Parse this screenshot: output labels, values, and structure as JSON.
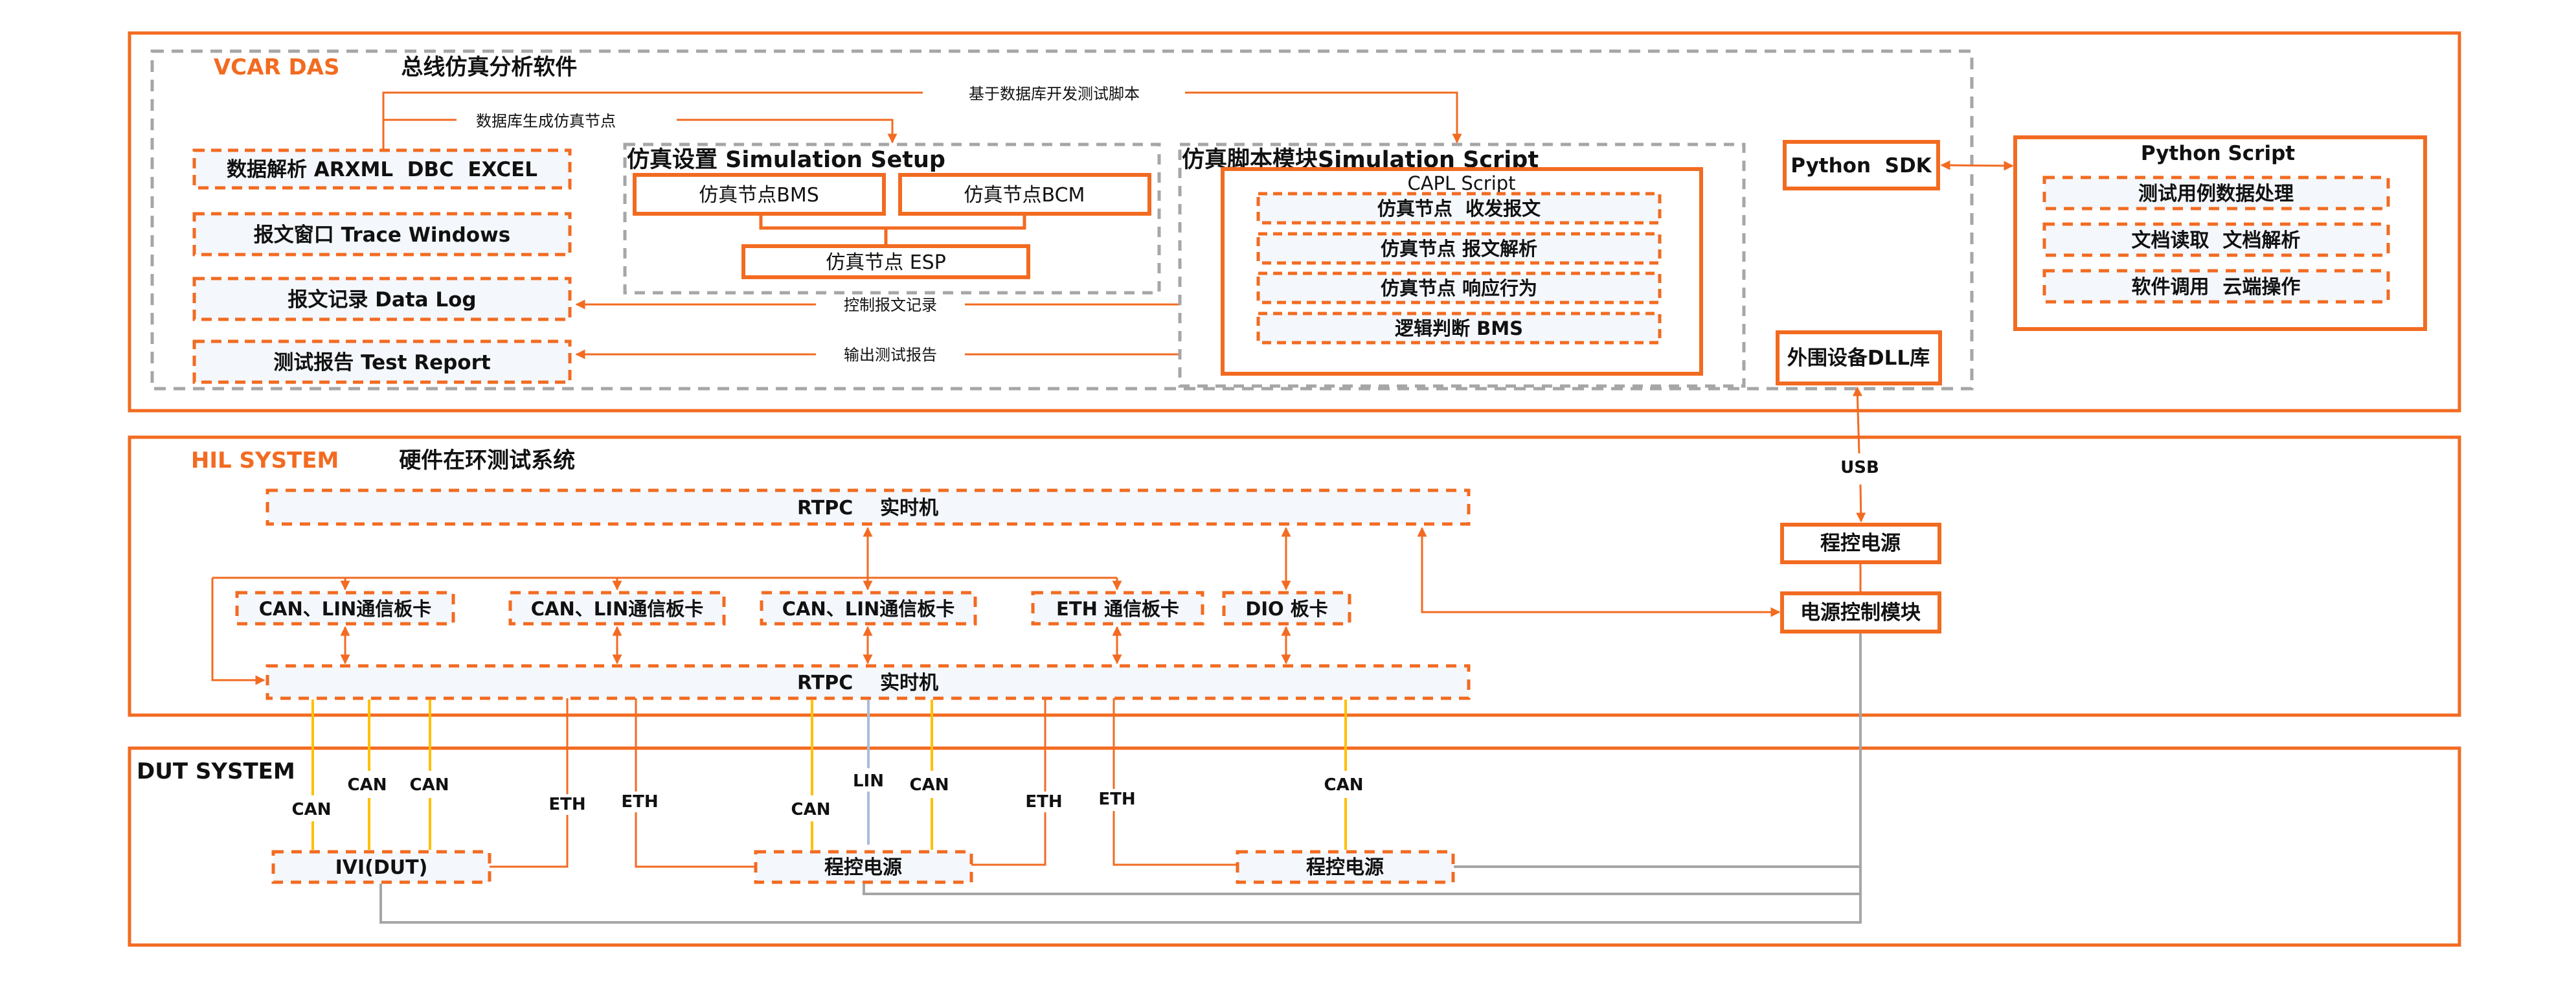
{
  "colors": {
    "accent": "#F26B21",
    "dashed_frame": "#A6A6A6",
    "box_fill": "#F4F7FB",
    "can_line": "#FFC000",
    "lin_line": "#A9BCD9",
    "power_line": "#A6A6A6",
    "text": "#111111"
  },
  "das": {
    "title_brand": "VCAR DAS",
    "title_text": "总线仿真分析软件",
    "left_boxes": [
      {
        "label": "数据解析 ARXML  DBC  EXCEL"
      },
      {
        "label": "报文窗口 Trace Windows"
      },
      {
        "label": "报文记录 Data Log"
      },
      {
        "label": "测试报告 Test Report"
      }
    ],
    "arrows": {
      "db_to_setup": "数据库生成仿真节点",
      "db_to_script": "基于数据库开发测试脚本",
      "control_log": "控制报文记录",
      "output_report": "输出测试报告"
    },
    "sim_setup": {
      "title": "仿真设置 Simulation Setup",
      "nodes": [
        "仿真节点BMS",
        "仿真节点BCM",
        "仿真节点 ESP"
      ]
    },
    "sim_script": {
      "title": "仿真脚本模块Simulation Script",
      "capl_title": "CAPL Script",
      "rows": [
        "仿真节点  收发报文",
        "仿真节点 报文解析",
        "仿真节点 响应行为",
        "逻辑判断 BMS"
      ]
    },
    "python_sdk": "Python  SDK",
    "python_script": {
      "title": "Python Script",
      "rows": [
        "测试用例数据处理",
        "文档读取  文档解析",
        "软件调用  云端操作"
      ]
    },
    "dll": "外围设备DLL库"
  },
  "usb_label": "USB",
  "hil": {
    "title_brand": "HIL SYSTEM",
    "title_text": "硬件在环测试系统",
    "rtpc_top": "RTPC    实时机",
    "rtpc_bottom": "RTPC    实时机",
    "cards": [
      "CAN、LIN通信板卡",
      "CAN、LIN通信板卡",
      "CAN、LIN通信板卡",
      "ETH 通信板卡",
      "DIO 板卡"
    ],
    "power_supply": "程控电源",
    "power_control": "电源控制模块"
  },
  "dut": {
    "title": "DUT SYSTEM",
    "devices": [
      "IVI(DUT)",
      "程控电源",
      "程控电源"
    ],
    "bus_labels": {
      "can_1": "CAN",
      "can_2": "CAN",
      "can_3": "CAN",
      "eth_1": "ETH",
      "eth_2": "ETH",
      "can_4": "CAN",
      "lin_1": "LIN",
      "can_5": "CAN",
      "eth_3": "ETH",
      "eth_4": "ETH",
      "can_6": "CAN"
    }
  }
}
